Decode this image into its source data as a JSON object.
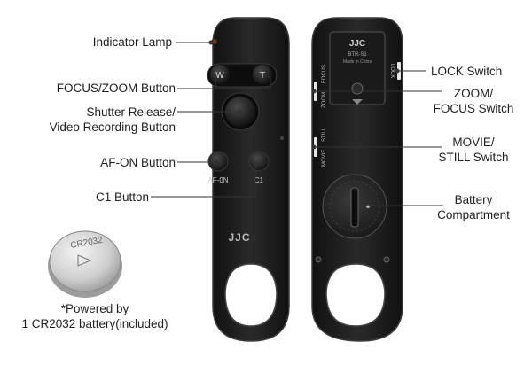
{
  "callouts_left": {
    "indicator_lamp": "Indicator Lamp",
    "focus_zoom_button": "FOCUS/ZOOM Button",
    "shutter_line1": "Shutter Release/",
    "shutter_line2": "Video Recording Button",
    "af_on_button": "AF-ON Button",
    "c1_button": "C1 Button"
  },
  "callouts_right": {
    "lock_switch": "LOCK Switch",
    "zoom_focus_line1": "ZOOM/",
    "zoom_focus_line2": "FOCUS Switch",
    "movie_still_line1": "MOVIE/",
    "movie_still_line2": "STILL Switch",
    "battery_line1": "Battery",
    "battery_line2": "Compartment"
  },
  "battery_note": {
    "line1": "*Powered by",
    "line2": "1 CR2032 battery(included)"
  },
  "front_remote": {
    "button_w": "W",
    "button_t": "T",
    "af_on_label": "AF-0N",
    "c1_label": "C1",
    "brand": "JJC"
  },
  "back_remote": {
    "brand": "JJC",
    "model": "BTR-S1",
    "origin": "Made in China",
    "focus_label": "FOCUS",
    "zoom_label": "ZOOM",
    "still_label": "STILL",
    "movie_label": "MOVIE",
    "lock_label": "LOCK"
  },
  "coin_cell": {
    "engraving": "CR2032"
  },
  "colors": {
    "remote_body": "#1c1c1c",
    "remote_edge": "#3a3a3a",
    "label_text": "#1f1f1f",
    "leader_line": "#333333"
  }
}
